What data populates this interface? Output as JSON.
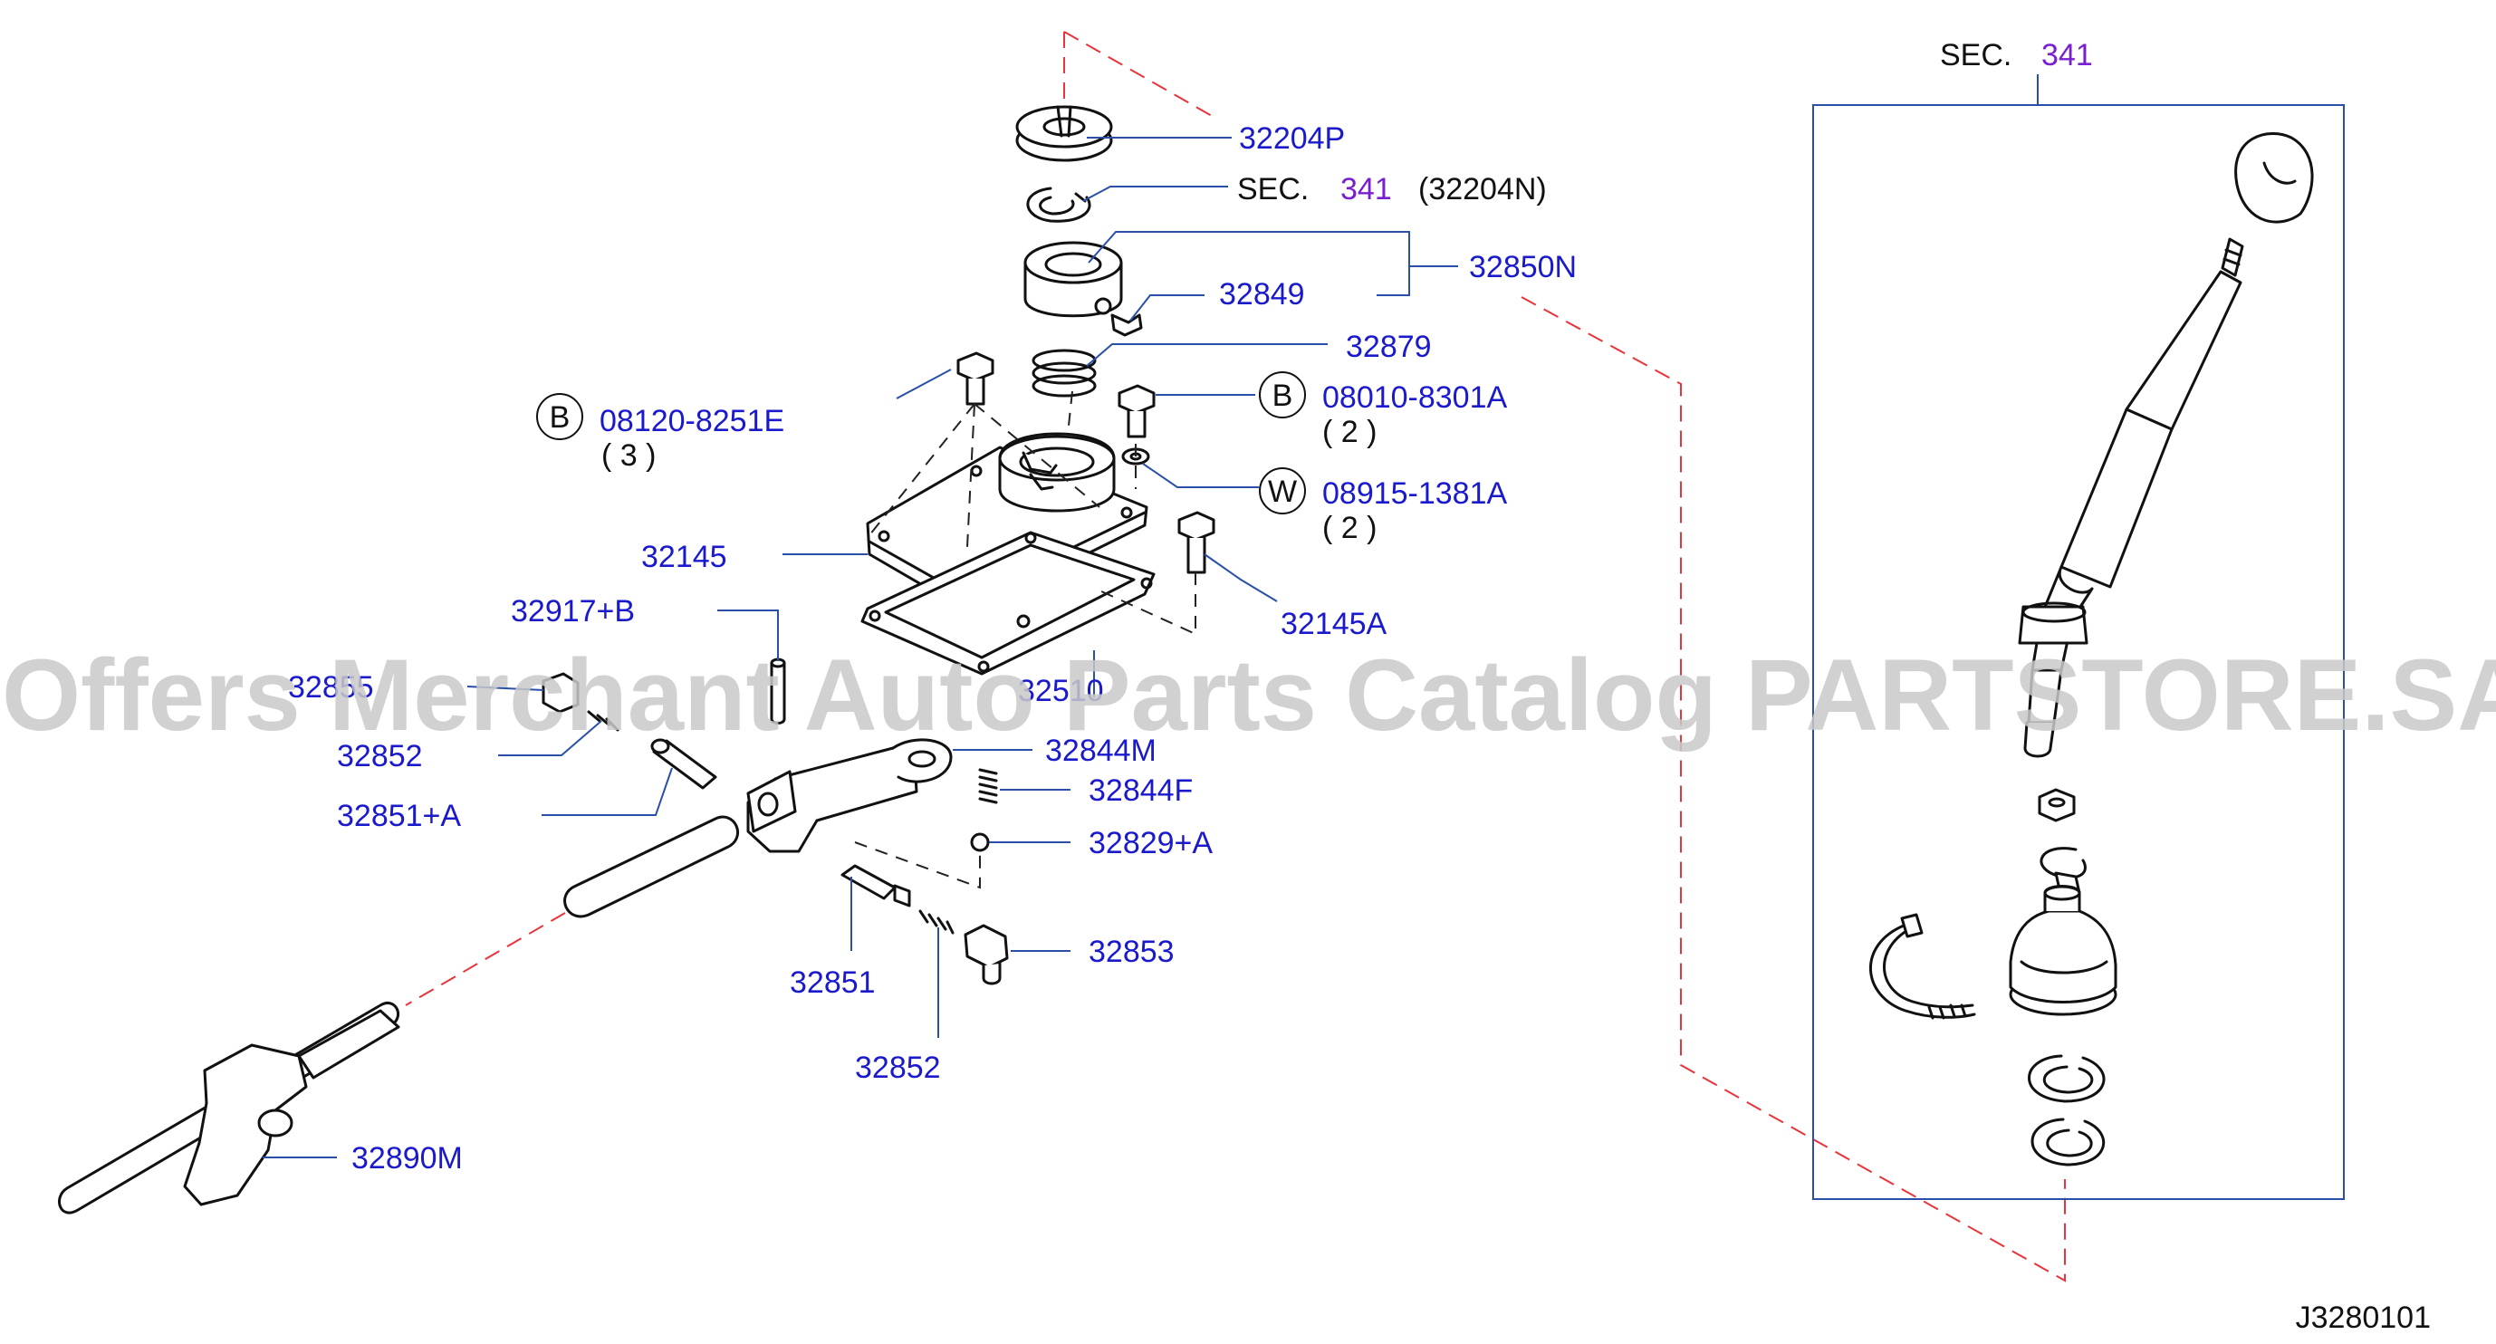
{
  "watermark": "Offers Merchant Auto Parts Catalog PARTSTORE.SA",
  "diagram_code": "J3280101",
  "section_header": {
    "prefix": "SEC.",
    "number": "341"
  },
  "sec_ref": {
    "prefix": "SEC.",
    "number": "341",
    "part": "(32204N)"
  },
  "callouts": {
    "c32204P": "32204P",
    "c32849": "32849",
    "c32850N": "32850N",
    "c32879": "32879",
    "c08120": "08120-8251E",
    "c08120_qty": "( 3 )",
    "c08010": "08010-8301A",
    "c08010_qty": "( 2 )",
    "c08915": "08915-1381A",
    "c08915_qty": "( 2 )",
    "c32145": "32145",
    "c32917": "32917+B",
    "c32145A": "32145A",
    "c32855": "32855",
    "c32510": "32510",
    "c32852a": "32852",
    "c32844M": "32844M",
    "c32844F": "32844F",
    "c32851A": "32851+A",
    "c32829A": "32829+A",
    "c32853": "32853",
    "c32851": "32851",
    "c32852b": "32852",
    "c32890M": "32890M"
  },
  "badges": {
    "b1": "B",
    "b2": "B",
    "w": "W"
  },
  "icons": [
    "bolt-icon",
    "washer-icon",
    "snap-ring-icon",
    "shift-knob-icon"
  ],
  "colors": {
    "part_number": "#1a1acc",
    "section_number": "#7a1fcf",
    "leader": "#2a4fa8",
    "reference_dash": "#e8343a"
  }
}
